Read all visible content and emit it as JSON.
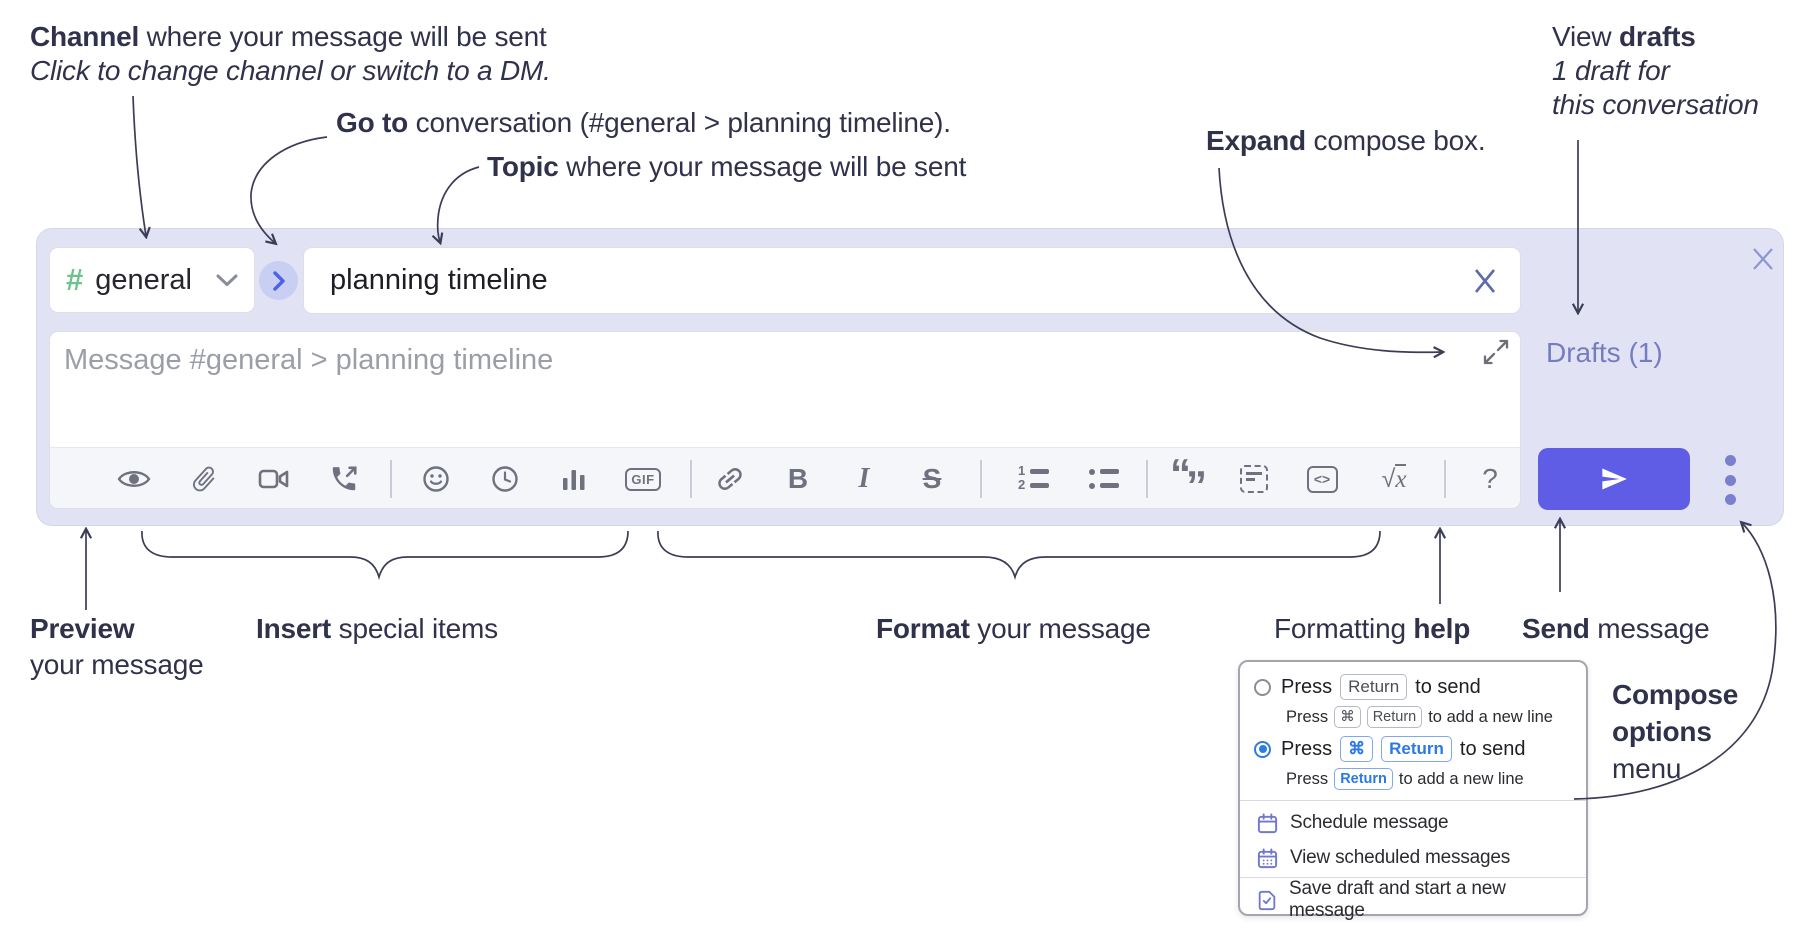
{
  "annotations": {
    "channel_label": {
      "bold": "Channel",
      "rest": " where your message will be sent"
    },
    "channel_sub": "Click to change channel or switch to a DM.",
    "goto": {
      "bold": "Go to",
      "rest": " conversation (#general > planning timeline)."
    },
    "topic": {
      "bold": "Topic",
      "rest": " where your message will be sent"
    },
    "expand": {
      "bold": "Expand",
      "rest": " compose box."
    },
    "view_drafts": {
      "pre": "View ",
      "bold": "drafts",
      "line2": "1 draft for",
      "line3": "this conversation"
    },
    "preview": {
      "bold": "Preview",
      "line2": "your message"
    },
    "insert": {
      "bold": "Insert",
      "rest": " special items"
    },
    "format": {
      "bold": "Format",
      "rest": " your message"
    },
    "formatting_help": {
      "pre": "Formatting ",
      "bold": "help"
    },
    "send": {
      "bold": "Send",
      "rest": " message"
    },
    "compose_options": {
      "line1": "Compose",
      "line2": "options",
      "line3": "menu"
    }
  },
  "compose": {
    "channel_hash": "#",
    "channel_name": "general",
    "topic_value": "planning timeline",
    "message_placeholder": "Message #general > planning timeline",
    "drafts_label": "Drafts (1)",
    "toolbar": {
      "bold": "B",
      "italic": "I",
      "strike": "S",
      "gif": "GIF",
      "code": "<>",
      "math_root": "√",
      "math_var": "x",
      "help": "?",
      "ol_1": "1",
      "ol_2": "2",
      "quote_open": "“",
      "quote_close": "”"
    }
  },
  "menu": {
    "options": [
      {
        "press": "Press",
        "key1": "Return",
        "after": "to send",
        "sub_press": "Press",
        "sub_key1": "⌘",
        "sub_key2": "Return",
        "sub_after": "to add a new line",
        "selected": false
      },
      {
        "press": "Press",
        "key1": "⌘",
        "key2": "Return",
        "after": "to send",
        "sub_press": "Press",
        "sub_key1": "Return",
        "sub_after": "to add a new line",
        "selected": true
      }
    ],
    "items": [
      {
        "icon": "calendar-icon",
        "label": "Schedule message"
      },
      {
        "icon": "calendar-grid-icon",
        "label": "View scheduled messages"
      },
      {
        "icon": "document-check-icon",
        "label": "Save draft and start a new message"
      }
    ]
  },
  "colors": {
    "compose_bg": "#e1e3f4",
    "send_button": "#5f5ce6",
    "drafts_link": "#767cc2",
    "channel_hash": "#6ec28c",
    "goto_circle_bg": "#c9cef3",
    "goto_chevron": "#4c63e9",
    "toolbar_icon": "#6f727e",
    "annotation_text": "#30324b",
    "selected_radio": "#2d7de0",
    "blue_key": "#2b79e3"
  }
}
